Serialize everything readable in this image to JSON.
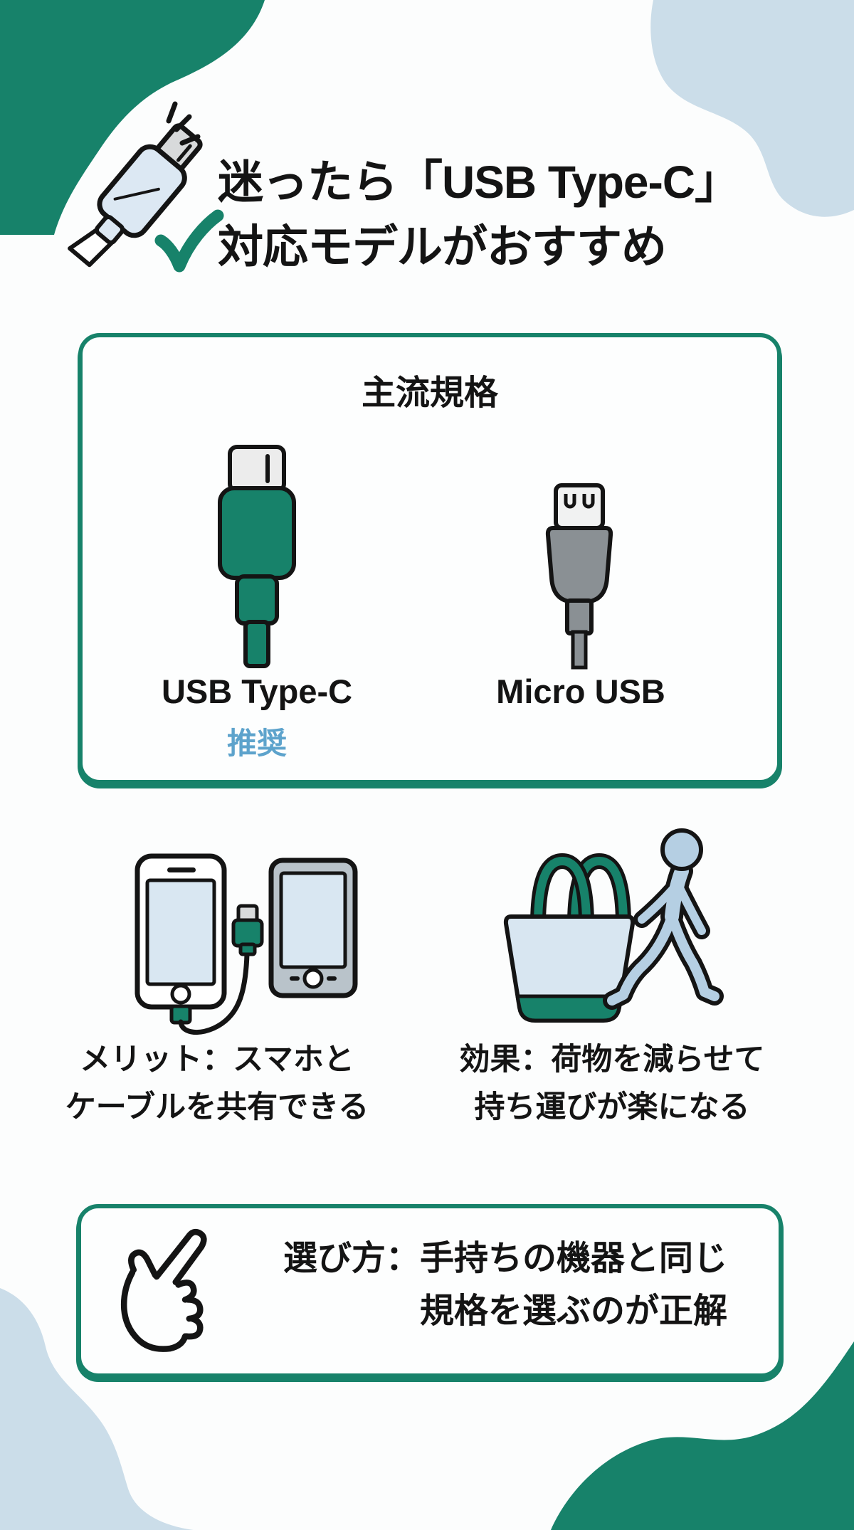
{
  "meta": {
    "type": "infographic",
    "language": "ja"
  },
  "colors": {
    "brand_green": "#17826A",
    "light_blue": "#CBDDE9",
    "screen_blue": "#D9E7F2",
    "person_blue": "#B5CFE3",
    "recommend_blue": "#5DA3CC",
    "micro_gray": "#8A9094",
    "ink": "#141414"
  },
  "header": {
    "title_line1": "迷ったら「USB Type-C」",
    "title_line2": "対応モデルがおすすめ"
  },
  "standards_box": {
    "title": "主流規格",
    "items": [
      {
        "label": "USB Type-C",
        "badge": "推奨"
      },
      {
        "label": "Micro USB",
        "badge": ""
      }
    ]
  },
  "benefits": [
    {
      "line1": "メリット：スマホと",
      "line2": "ケーブルを共有できる"
    },
    {
      "line1": "効果：荷物を減らせて",
      "line2": "持ち運びが楽になる"
    }
  ],
  "tip_box": {
    "line1": "選び方：手持ちの機器と同じ",
    "line2": "規格を選ぶのが正解"
  },
  "icons": {
    "hero": "usb-cable-with-checkmark",
    "standards_left": "usb-type-c-connector",
    "standards_right": "micro-usb-connector",
    "benefit_left": "phone-and-tablet-shared-cable",
    "benefit_right": "tote-bag-and-walking-person",
    "tip": "pointing-hand"
  }
}
